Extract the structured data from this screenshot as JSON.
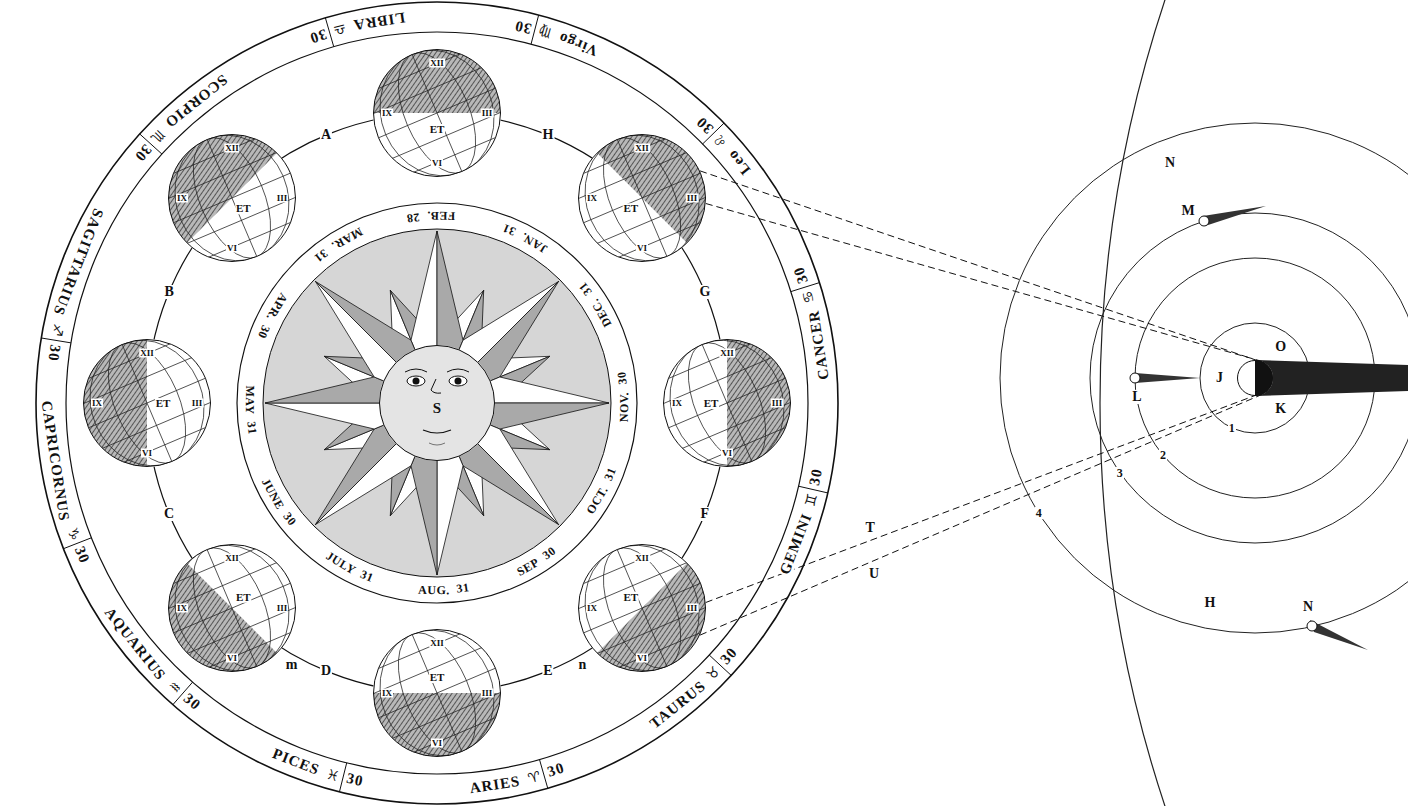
{
  "diagram": {
    "nodes": [
      {
        "text": [
          "S"
        ]
      },
      {
        "text": [
          "ET"
        ]
      },
      {
        "text": [
          "ET"
        ]
      },
      {
        "text": [
          "ET"
        ]
      },
      {
        "text": [
          "ET"
        ]
      },
      {
        "text": [
          "ET"
        ]
      },
      {
        "text": [
          "ET"
        ]
      },
      {
        "text": [
          "ET"
        ]
      },
      {
        "text": [
          "ET"
        ]
      },
      {
        "text": [
          "J"
        ]
      }
    ],
    "edges": [
      {
        "from": 2,
        "to": 9,
        "arrow": "none"
      },
      {
        "from": 2,
        "to": 9,
        "arrow": "none"
      },
      {
        "from": 4,
        "to": 9,
        "label": "T",
        "arrow": "none"
      },
      {
        "from": 4,
        "to": 9,
        "label": "U",
        "arrow": "none"
      }
    ],
    "labels": [
      "ARIES",
      "♈",
      "30",
      "TAURUS",
      "♉",
      "30",
      "GEMINI",
      "♊",
      "30",
      "CANCER",
      "♋",
      "30",
      "Leo",
      "♌",
      "30",
      "Virgo",
      "♍",
      "30",
      "LIBRA",
      "♎",
      "30",
      "SCORPIO",
      "♏",
      "30",
      "SAGITTARIUS",
      "♐",
      "30",
      "CAPRICORNUS",
      "♑",
      "30",
      "AQUARIUS",
      "♒",
      "30",
      "PICES",
      "♓",
      "30",
      "JAN.",
      "31",
      "FEB.",
      "28",
      "MAR.",
      "31",
      "APR.",
      "30",
      "MAY",
      "31",
      "JUNE",
      "30",
      "JULY",
      "31",
      "AUG.",
      "31",
      "SEP",
      "30",
      "OCT.",
      "31",
      "NOV.",
      "30",
      "DEC.",
      "31",
      "A",
      "B",
      "C",
      "D",
      "E",
      "F",
      "G",
      "H",
      "m",
      "n",
      "XII",
      "III",
      "VI",
      "IX",
      "XII",
      "III",
      "VI",
      "IX",
      "XII",
      "III",
      "VI",
      "IX",
      "XII",
      "III",
      "VI",
      "IX",
      "XII",
      "III",
      "VI",
      "IX",
      "XII",
      "III",
      "VI",
      "IX",
      "XII",
      "III",
      "VI",
      "IX",
      "XII",
      "III",
      "VI",
      "IX",
      "N",
      "M",
      "L",
      "O",
      "K",
      "1",
      "2",
      "3",
      "4",
      "H",
      "N"
    ]
  }
}
